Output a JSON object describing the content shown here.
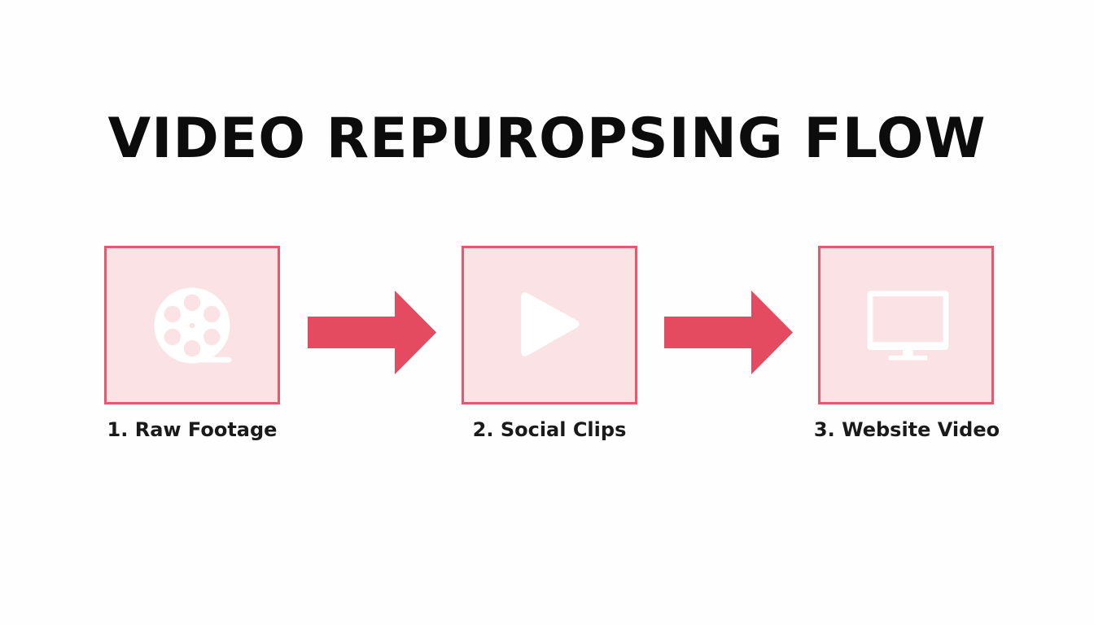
{
  "title": "VIDEO REPUROPSING FLOW",
  "colors": {
    "accent": "#e44a60",
    "box_border": "#e45a6c",
    "box_fill": "#fbe2e5",
    "icon": "#ffffff",
    "title_text": "#0c0c0c",
    "label_text": "#1a1a1a"
  },
  "steps": [
    {
      "label": "1. Raw Footage",
      "icon": "film-reel-icon"
    },
    {
      "label": "2. Social Clips",
      "icon": "play-icon"
    },
    {
      "label": "3. Website Video",
      "icon": "monitor-icon"
    }
  ],
  "connectors": [
    {
      "from": "1. Raw Footage",
      "to": "2. Social Clips",
      "icon": "arrow-right-icon"
    },
    {
      "from": "2. Social Clips",
      "to": "3. Website Video",
      "icon": "arrow-right-icon"
    }
  ]
}
